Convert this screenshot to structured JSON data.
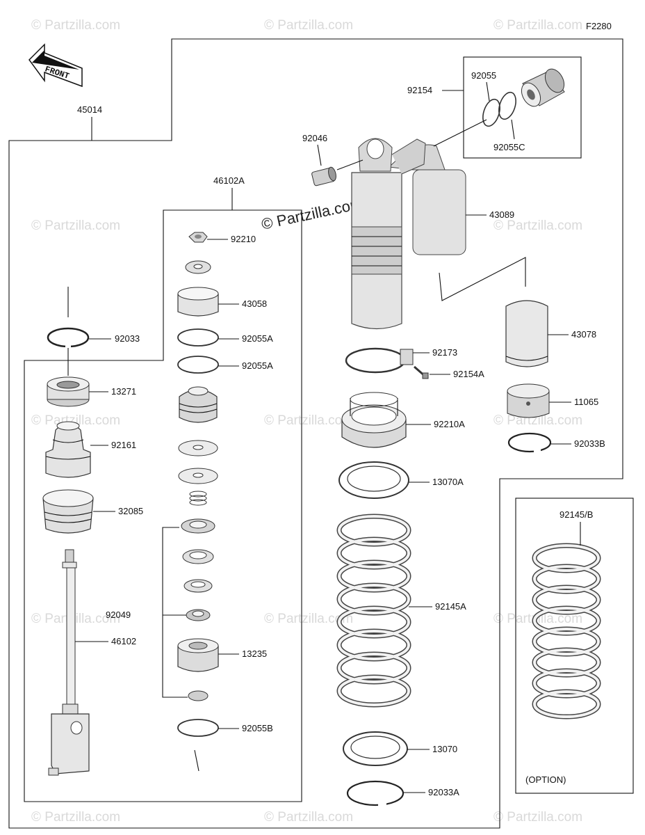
{
  "diagram": {
    "figure_code": "F2280",
    "watermark_text": "© Partzilla.com",
    "option_label": "(OPTION)",
    "front_label": "FRONT",
    "colors": {
      "line": "#111111",
      "part_fill": "#e6e6e6",
      "part_dark": "#bdbdbd",
      "watermark": "#d9d9d9"
    }
  },
  "labels": {
    "45014": "45014",
    "46102A": "46102A",
    "92210": "92210",
    "43058": "43058",
    "92033": "92033",
    "92055A_1": "92055A",
    "92055A_2": "92055A",
    "13271": "13271",
    "92161": "92161",
    "32085": "32085",
    "92049": "92049",
    "46102": "46102",
    "13235": "13235",
    "92055B": "92055B",
    "92055": "92055",
    "92154": "92154",
    "92055C": "92055C",
    "92046": "92046",
    "43089": "43089",
    "43078": "43078",
    "92173": "92173",
    "92154A": "92154A",
    "92210A": "92210A",
    "11065": "11065",
    "92033B": "92033B",
    "13070A": "13070A",
    "92145B": "92145/B",
    "92145A": "92145A",
    "13070": "13070",
    "92033A": "92033A"
  }
}
